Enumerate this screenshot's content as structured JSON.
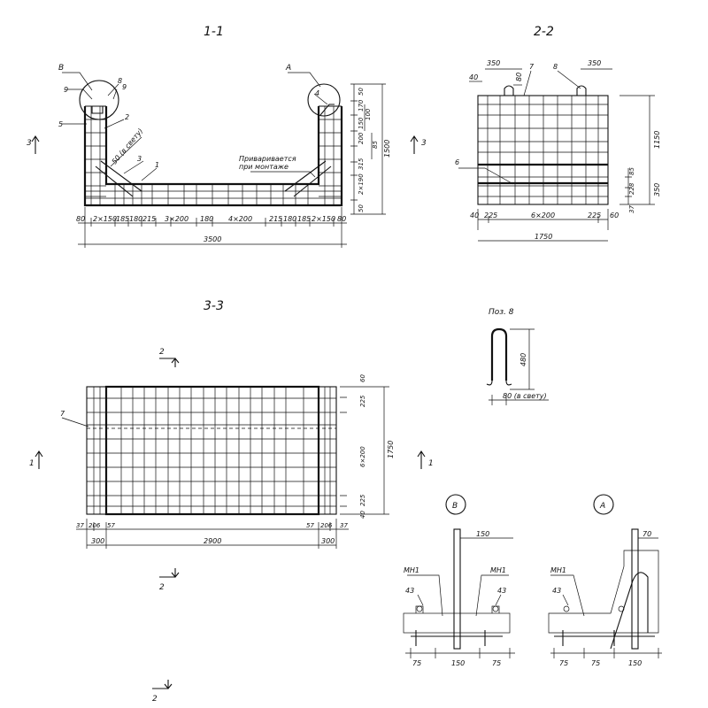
{
  "sections": {
    "s11": {
      "title": "1-1",
      "labels": {
        "B": "B",
        "A": "A",
        "p9a": "9",
        "p8": "8",
        "p9b": "9",
        "p5": "5",
        "p2": "2",
        "p3": "3",
        "p1": "1",
        "p4": "4"
      },
      "clear_note": "50 (в свету)",
      "weld_note_1": "Приваривается",
      "weld_note_2": "при монтаже",
      "bottom_dims": [
        "80",
        "2×150",
        "185",
        "180",
        "215",
        "3×200",
        "180",
        "4×200",
        "215",
        "180",
        "185",
        "2×150",
        "80"
      ],
      "total": "3500",
      "right_dims": [
        "50",
        "170",
        "100",
        "150",
        "200",
        "85",
        "315",
        "2×190",
        "50"
      ],
      "height": "1500",
      "cut_left": "3",
      "cut_right": "3"
    },
    "s22": {
      "title": "2-2",
      "labels": {
        "p7": "7",
        "p8": "8",
        "p6": "6"
      },
      "top_dims": [
        "350",
        "350",
        "80",
        "40"
      ],
      "right_dims": [
        "1150",
        "85",
        "228",
        "350",
        "37"
      ],
      "bottom_dims": [
        "40",
        "225",
        "6×200",
        "225",
        "60"
      ],
      "total": "1750"
    },
    "s33": {
      "title": "3-3",
      "label_7": "7",
      "cut_top": "2",
      "cut_bottom": "2",
      "cut_left": "1",
      "cut_right": "1",
      "right_dims": [
        "60",
        "225",
        "6×200",
        "225",
        "40"
      ],
      "height": "1750",
      "bottom_dims": [
        "37",
        "206",
        "57",
        "57",
        "206",
        "37"
      ],
      "bottom_dims2": [
        "300",
        "2900",
        "300"
      ]
    },
    "poz8": {
      "title": "Поз. 8",
      "height": "480",
      "clear": "80 (в свету)"
    },
    "detailB": {
      "label": "B",
      "mn1_left": "МН1",
      "mn1_right": "МН1",
      "top_dim": "150",
      "d43a": "43",
      "d43b": "43",
      "bottom_dims": [
        "75",
        "150",
        "75"
      ]
    },
    "detailA": {
      "label": "A",
      "mn1": "МН1",
      "top_dim": "70",
      "d43": "43",
      "bottom_dims": [
        "75",
        "75",
        "150"
      ]
    },
    "bottom_cut": "2"
  }
}
